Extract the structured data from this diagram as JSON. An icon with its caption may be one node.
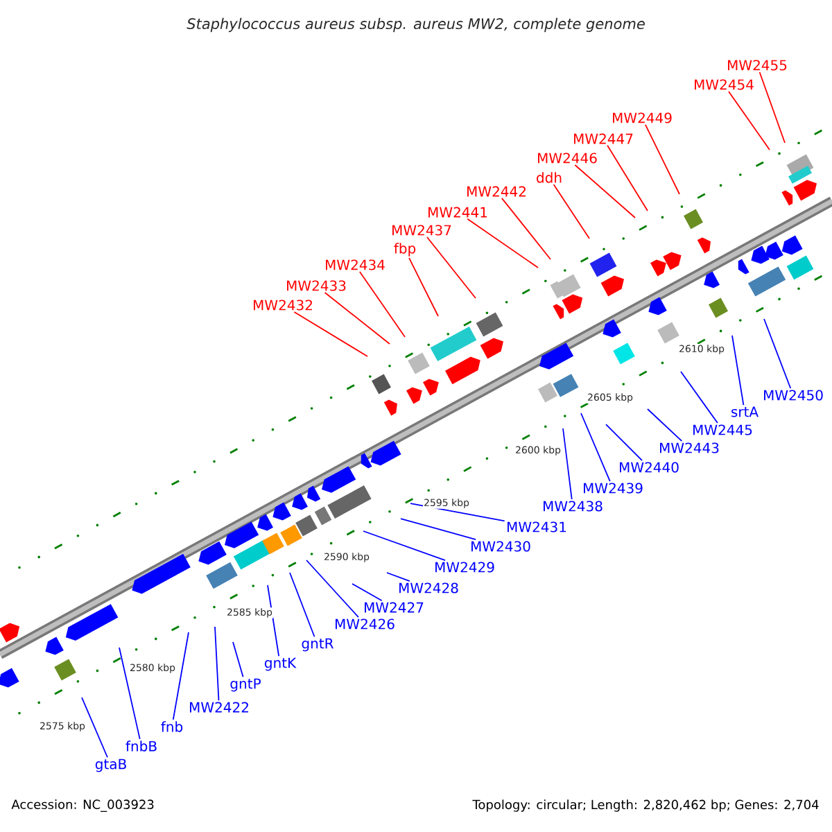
{
  "diagram": {
    "title": "Staphylococcus aureus subsp. aureus MW2, complete genome",
    "nodes": [
      {
        "text": [
          "MW2455"
        ]
      },
      {
        "text": [
          "MW2454"
        ]
      },
      {
        "text": [
          "MW2449"
        ]
      },
      {
        "text": [
          "MW2447"
        ]
      },
      {
        "text": [
          "MW2446"
        ]
      },
      {
        "text": [
          "ddh"
        ]
      },
      {
        "text": [
          "MW2442"
        ]
      },
      {
        "text": [
          "MW2441"
        ]
      },
      {
        "text": [
          "MW2437"
        ]
      },
      {
        "text": [
          "fbp"
        ]
      },
      {
        "text": [
          "MW2434"
        ]
      },
      {
        "text": [
          "MW2433"
        ]
      },
      {
        "text": [
          "MW2432"
        ]
      },
      {
        "text": [
          "MW2450"
        ]
      },
      {
        "text": [
          "srtA"
        ]
      },
      {
        "text": [
          "MW2445"
        ]
      },
      {
        "text": [
          "MW2443"
        ]
      },
      {
        "text": [
          "MW2440"
        ]
      },
      {
        "text": [
          "MW2439"
        ]
      },
      {
        "text": [
          "MW2438"
        ]
      },
      {
        "text": [
          "MW2431"
        ]
      },
      {
        "text": [
          "MW2430"
        ]
      },
      {
        "text": [
          "MW2429"
        ]
      },
      {
        "text": [
          "MW2428"
        ]
      },
      {
        "text": [
          "MW2427"
        ]
      },
      {
        "text": [
          "MW2426"
        ]
      },
      {
        "text": [
          "gntR"
        ]
      },
      {
        "text": [
          "gntK"
        ]
      },
      {
        "text": [
          "gntP"
        ]
      },
      {
        "text": [
          "MW2422"
        ]
      },
      {
        "text": [
          "fnb"
        ]
      },
      {
        "text": [
          "fnbB"
        ]
      },
      {
        "text": [
          "gtaB"
        ]
      }
    ],
    "edges": [
      {
        "from": 0,
        "to": null,
        "arrow": "none",
        "color": "#ff0000"
      },
      {
        "from": 1,
        "to": null,
        "arrow": "none",
        "color": "#ff0000"
      },
      {
        "from": 2,
        "to": null,
        "arrow": "none",
        "color": "#ff0000"
      },
      {
        "from": 3,
        "to": null,
        "arrow": "none",
        "color": "#ff0000"
      },
      {
        "from": 4,
        "to": null,
        "arrow": "none",
        "color": "#ff0000"
      },
      {
        "from": 5,
        "to": null,
        "arrow": "none",
        "color": "#ff0000"
      },
      {
        "from": 6,
        "to": null,
        "arrow": "none",
        "color": "#ff0000"
      },
      {
        "from": 7,
        "to": null,
        "arrow": "none",
        "color": "#ff0000"
      },
      {
        "from": 8,
        "to": null,
        "arrow": "none",
        "color": "#ff0000"
      },
      {
        "from": 9,
        "to": null,
        "arrow": "none",
        "color": "#ff0000"
      },
      {
        "from": 10,
        "to": null,
        "arrow": "none",
        "color": "#ff0000"
      },
      {
        "from": 11,
        "to": null,
        "arrow": "none",
        "color": "#ff0000"
      },
      {
        "from": 12,
        "to": null,
        "arrow": "none",
        "color": "#ff0000"
      },
      {
        "from": 13,
        "to": null,
        "arrow": "none"
      },
      {
        "from": 14,
        "to": null,
        "arrow": "none"
      },
      {
        "from": 15,
        "to": null,
        "arrow": "none"
      },
      {
        "from": 16,
        "to": null,
        "arrow": "none"
      },
      {
        "from": 17,
        "to": null,
        "arrow": "none"
      },
      {
        "from": 18,
        "to": null,
        "arrow": "none"
      },
      {
        "from": 19,
        "to": null,
        "arrow": "none"
      },
      {
        "from": 20,
        "to": null,
        "arrow": "none"
      },
      {
        "from": 21,
        "to": null,
        "arrow": "none"
      },
      {
        "from": 22,
        "to": null,
        "arrow": "none"
      },
      {
        "from": 23,
        "to": null,
        "arrow": "none"
      },
      {
        "from": 24,
        "to": null,
        "arrow": "none"
      },
      {
        "from": 25,
        "to": null,
        "arrow": "none"
      },
      {
        "from": 26,
        "to": null,
        "arrow": "none"
      },
      {
        "from": 27,
        "to": null,
        "arrow": "none"
      },
      {
        "from": 28,
        "to": null,
        "arrow": "none"
      },
      {
        "from": 29,
        "to": null,
        "arrow": "none"
      },
      {
        "from": 30,
        "to": null,
        "arrow": "none"
      },
      {
        "from": 31,
        "to": null,
        "arrow": "none"
      },
      {
        "from": 32,
        "to": null,
        "arrow": "none"
      }
    ],
    "labels": [
      "2610 kbp",
      "2605 kbp",
      "2600 kbp",
      "2595 kbp",
      "2590 kbp",
      "2585 kbp",
      "2580 kbp",
      "2575 kbp",
      "Accession: NC_003923",
      "Topology: circular; Length: 2,820,462 bp; Genes: 2,704"
    ]
  }
}
